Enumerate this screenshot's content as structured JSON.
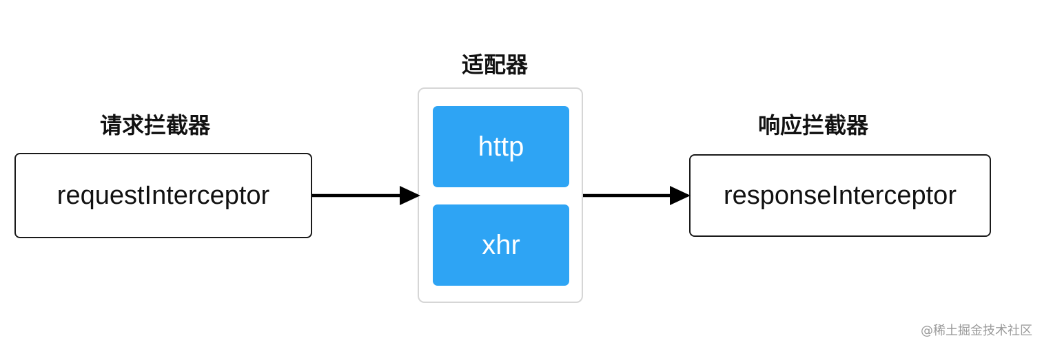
{
  "labels": {
    "request": "请求拦截器",
    "adapter": "适配器",
    "response": "响应拦截器"
  },
  "nodes": {
    "request": "requestInterceptor",
    "response": "responseInterceptor"
  },
  "adapter_items": [
    {
      "label": "http",
      "color": "#2ea4f4"
    },
    {
      "label": "xhr",
      "color": "#2ea4f4"
    }
  ],
  "watermark": "@稀土掘金技术社区"
}
